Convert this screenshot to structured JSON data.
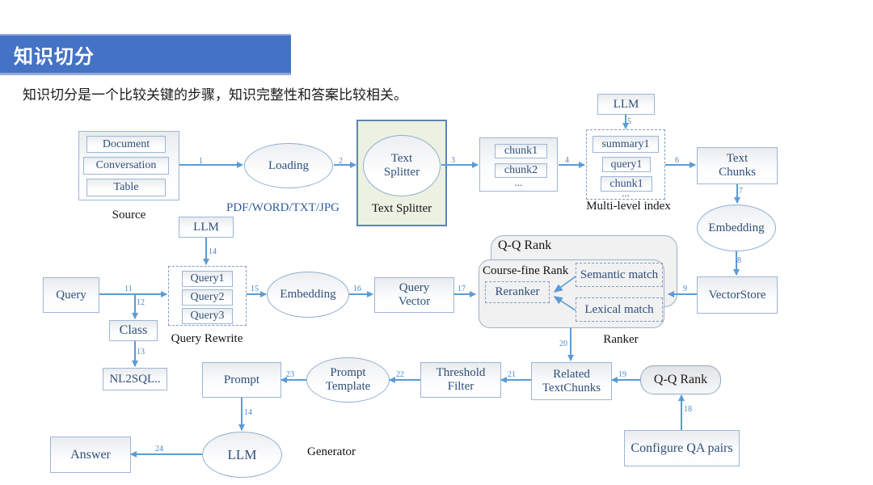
{
  "header": {
    "title": "知识切分",
    "subtitle": "知识切分是一个比较关键的步骤，知识完整性和答案比较相关。"
  },
  "colors": {
    "accent": "#4472c4",
    "arrow": "#5b9bd5",
    "node_text": "#2f4f79"
  },
  "nodes": {
    "document": "Document",
    "conversation": "Conversation",
    "table": "Table",
    "source": "Source",
    "loading": "Loading",
    "formats": "PDF/WORD/TXT/JPG",
    "text_splitter": "Text\nSplitter",
    "text_splitter_label": "Text Splitter",
    "chunk1": "chunk1",
    "chunk2": "chunk2",
    "dots": "...",
    "summary1": "summary1",
    "query1": "query1",
    "multi_level_index": "Multi-level index",
    "llm": "LLM",
    "text_chunks": "Text\nChunks",
    "embedding": "Embedding",
    "vectorstore": "VectorStore",
    "qq_rank": "Q-Q Rank",
    "course_fine_rank": "Course-fine Rank",
    "reranker": "Reranker",
    "semantic_match": "Semantic match",
    "lexical_match": "Lexical match",
    "ranker": "Ranker",
    "query": "Query",
    "query_1": "Query1",
    "query_2": "Query2",
    "query_3": "Query3",
    "query_rewrite": "Query Rewrite",
    "class": "Class",
    "nl2sql": "NL2SQL..",
    "query_vector": "Query\nVector",
    "prompt": "Prompt",
    "prompt_template": "Prompt\nTemplate",
    "threshold_filter": "Threshold\nFilter",
    "related_textchunks": "Related\nTextChunks",
    "configure_qa_pairs": "Configure QA pairs",
    "answer": "Answer",
    "generator": "Generator"
  },
  "edges": {
    "n1": "1",
    "n2": "2",
    "n3": "3",
    "n4": "4",
    "n5": "5",
    "n6": "6",
    "n7": "7",
    "n8": "8",
    "n9": "9",
    "n11": "11",
    "n12": "12",
    "n13": "13",
    "n14": "14",
    "n15": "15",
    "n16": "16",
    "n17": "17",
    "n18": "18",
    "n19": "19",
    "n20": "20",
    "n21": "21",
    "n22": "22",
    "n23": "23",
    "n24": "24"
  }
}
